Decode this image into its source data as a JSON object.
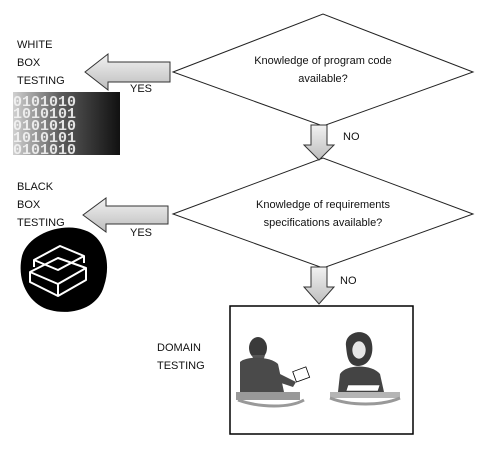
{
  "diagram": {
    "decision1": "Knowledge of program code\navailable?",
    "decision2": "Knowledge of requirements\nspecifications available?",
    "yes_label": "YES",
    "no_label": "NO",
    "white_box": "WHITE\nBOX\nTESTING",
    "black_box": "BLACK\nBOX\nTESTING",
    "domain": "DOMAIN\nTESTING",
    "binary_rows": [
      "0101010",
      "1010101",
      "0101010",
      "1010101",
      "0101010"
    ],
    "icons": {
      "binary_image": "binary-digits-image",
      "books": "books-icon",
      "people": "domain-experts-image"
    }
  }
}
